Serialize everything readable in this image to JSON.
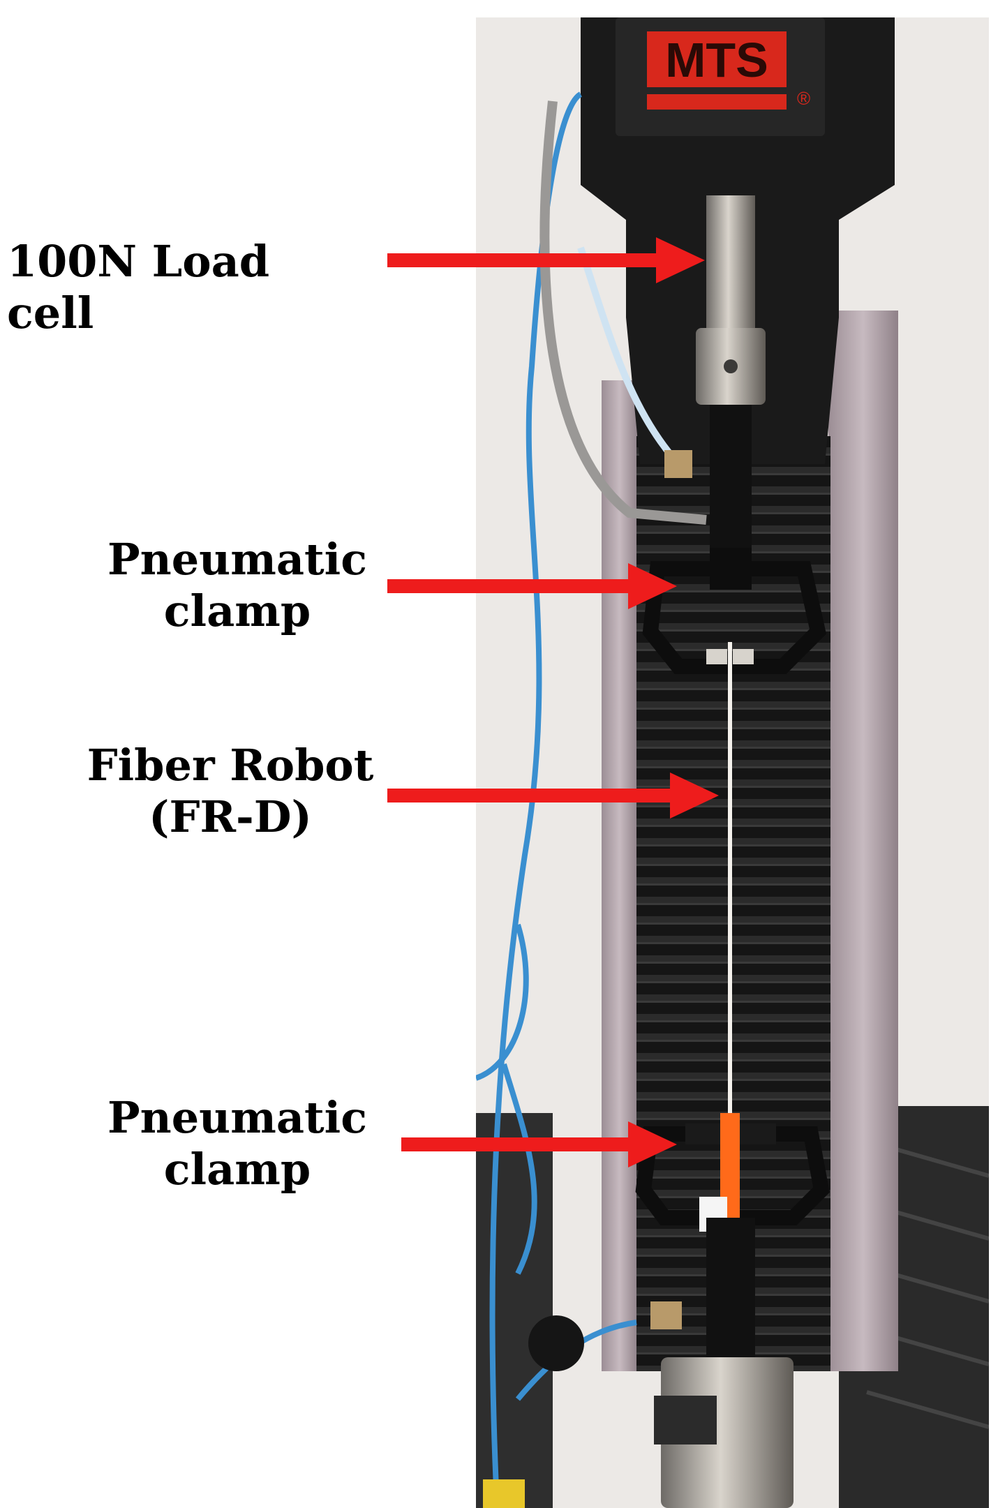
{
  "labels": {
    "load_cell": "100N Load cell",
    "clamp_top_line1": "Pneumatic",
    "clamp_top_line2": "clamp",
    "fiber_line1": "Fiber Robot",
    "fiber_line2": "(FR-D)",
    "clamp_bottom_line1": "Pneumatic",
    "clamp_bottom_line2": "clamp"
  },
  "photo": {
    "brand": "MTS",
    "registered_mark": "®"
  },
  "colors": {
    "arrow": "#ee1c1c",
    "frame": "#b6a8ae",
    "panel": "#1c1c1c",
    "tube_blue": "#3a8fd0",
    "tube_orange": "#ff6a1a",
    "logo_red": "#d8281c"
  }
}
